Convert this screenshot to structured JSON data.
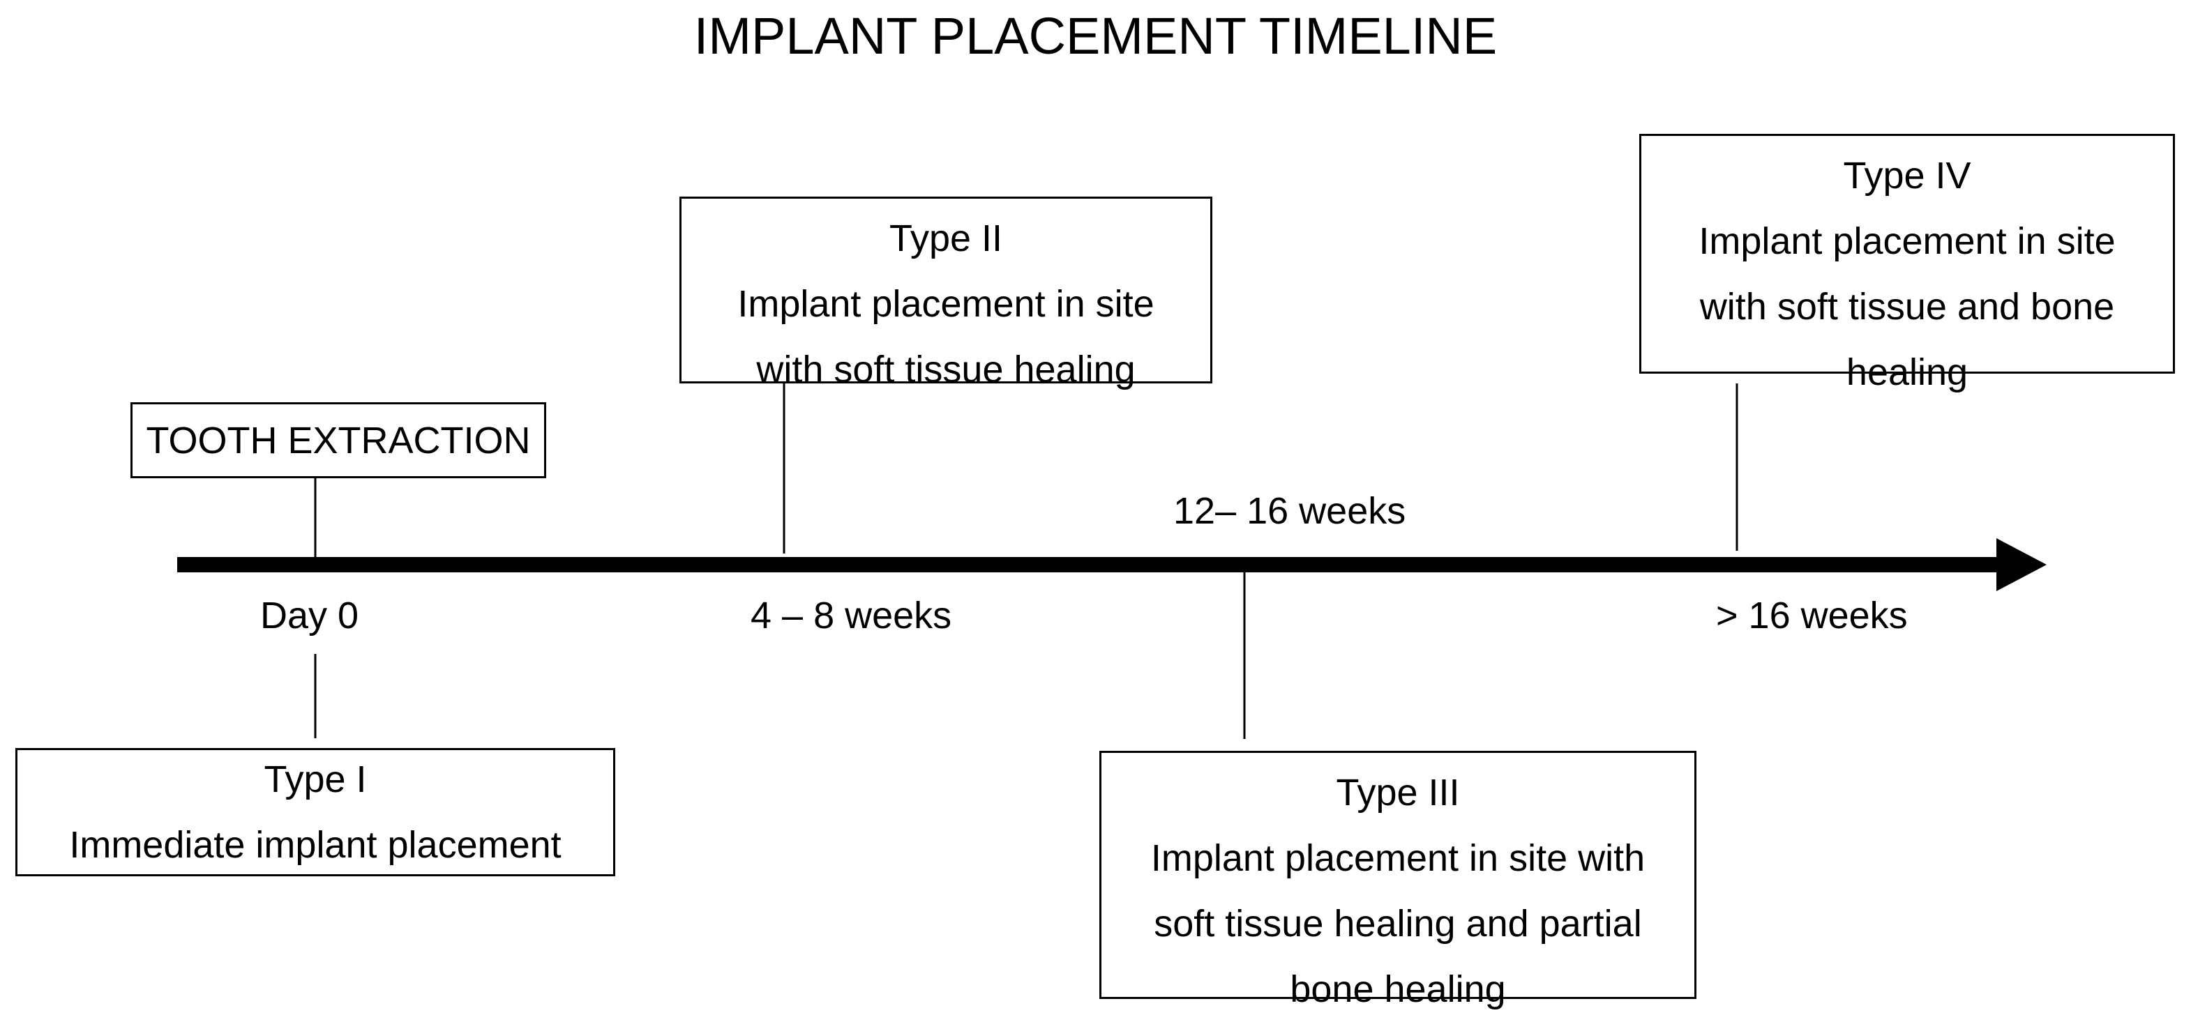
{
  "title": "IMPLANT PLACEMENT TIMELINE",
  "timeline": {
    "markers": [
      {
        "label": "Day 0"
      },
      {
        "label": "4 – 8 weeks"
      },
      {
        "label": "12– 16 weeks"
      },
      {
        "label": "> 16 weeks"
      }
    ]
  },
  "boxes": {
    "extraction": {
      "lines": [
        "TOOTH EXTRACTION"
      ]
    },
    "type1": {
      "lines": [
        "Type I",
        "Immediate implant placement"
      ]
    },
    "type2": {
      "lines": [
        "Type II",
        "Implant placement in site",
        "with soft tissue healing"
      ]
    },
    "type3": {
      "lines": [
        "Type III",
        "Implant placement in site with",
        "soft tissue healing and partial",
        "bone healing"
      ]
    },
    "type4": {
      "lines": [
        "Type IV",
        "Implant placement in site",
        "with soft tissue and bone",
        "healing"
      ]
    }
  }
}
